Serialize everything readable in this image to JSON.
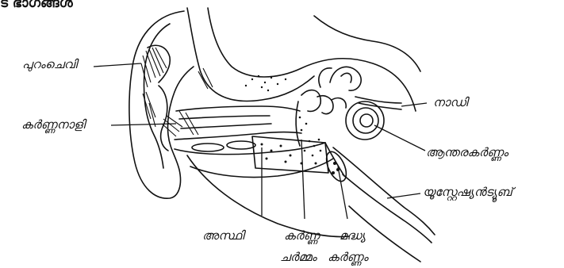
{
  "title": "ട ഭാഗങ്ങൾ",
  "labels": {
    "outer_ear": "പുറംചെവി",
    "ear_canal": "കർണ്ണനാളി",
    "nerve": "നാഡി",
    "inner_ear": "ആന്തരകർണ്ണം",
    "eustachian_tube": "യൂസ്റ്റേഷ്യൻട്യൂബ്",
    "bone": "അസ്ഥി",
    "eardrum_line1": "കർണ്ണ",
    "eardrum_line2": "ചർമ്മം",
    "middle_ear_line1": "മദ്ധ്യ",
    "middle_ear_line2": "കർണ്ണം"
  },
  "colors": {
    "ink": "#111111",
    "background": "#ffffff"
  }
}
